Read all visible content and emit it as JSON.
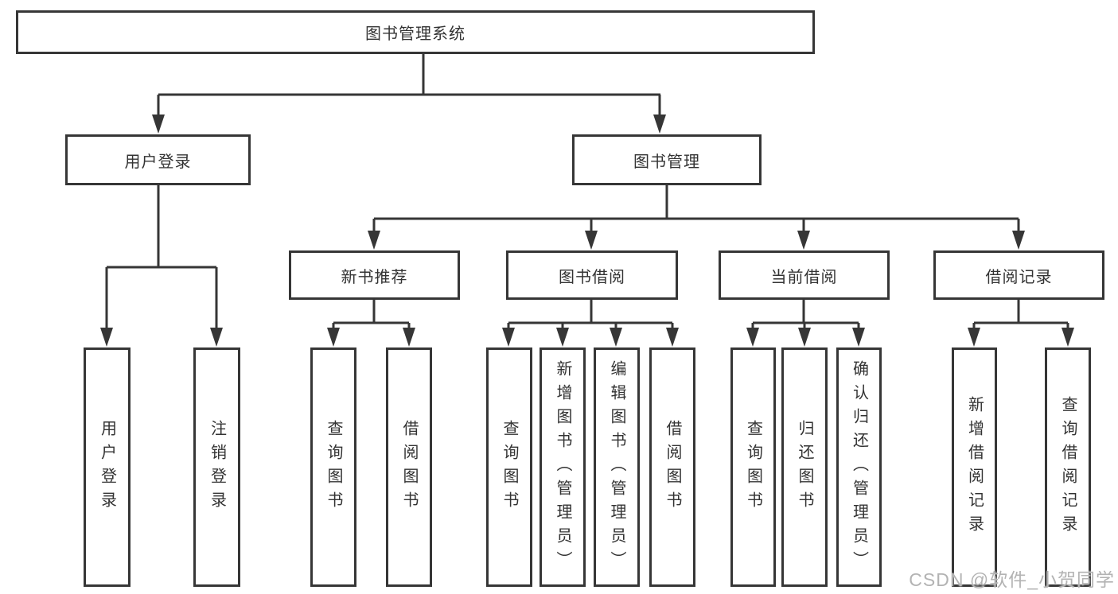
{
  "diagram": {
    "root": {
      "label": "图书管理系统"
    },
    "level2": {
      "user_login": "用户登录",
      "book_management": "图书管理"
    },
    "level3": {
      "new_book_recommend": "新书推荐",
      "book_borrow": "图书借阅",
      "current_borrow": "当前借阅",
      "borrow_records": "借阅记录"
    },
    "leaves": {
      "user_login_group": [
        "用户登录",
        "注销登录"
      ],
      "new_book_recommend_group": [
        "查询图书",
        "借阅图书"
      ],
      "book_borrow_group": [
        "查询图书",
        "新增图书（管理员）",
        "编辑图书（管理员）",
        "借阅图书"
      ],
      "current_borrow_group": [
        "查询图书",
        "归还图书",
        "确认归还（管理员）"
      ],
      "borrow_records_group": [
        "新增借阅记录",
        "查询借阅记录"
      ]
    },
    "watermark": "CSDN @软件_小贺同学",
    "colors": {
      "line": "#363636",
      "text": "#333333",
      "watermark": "#b3b3b3",
      "background": "#ffffff"
    }
  }
}
